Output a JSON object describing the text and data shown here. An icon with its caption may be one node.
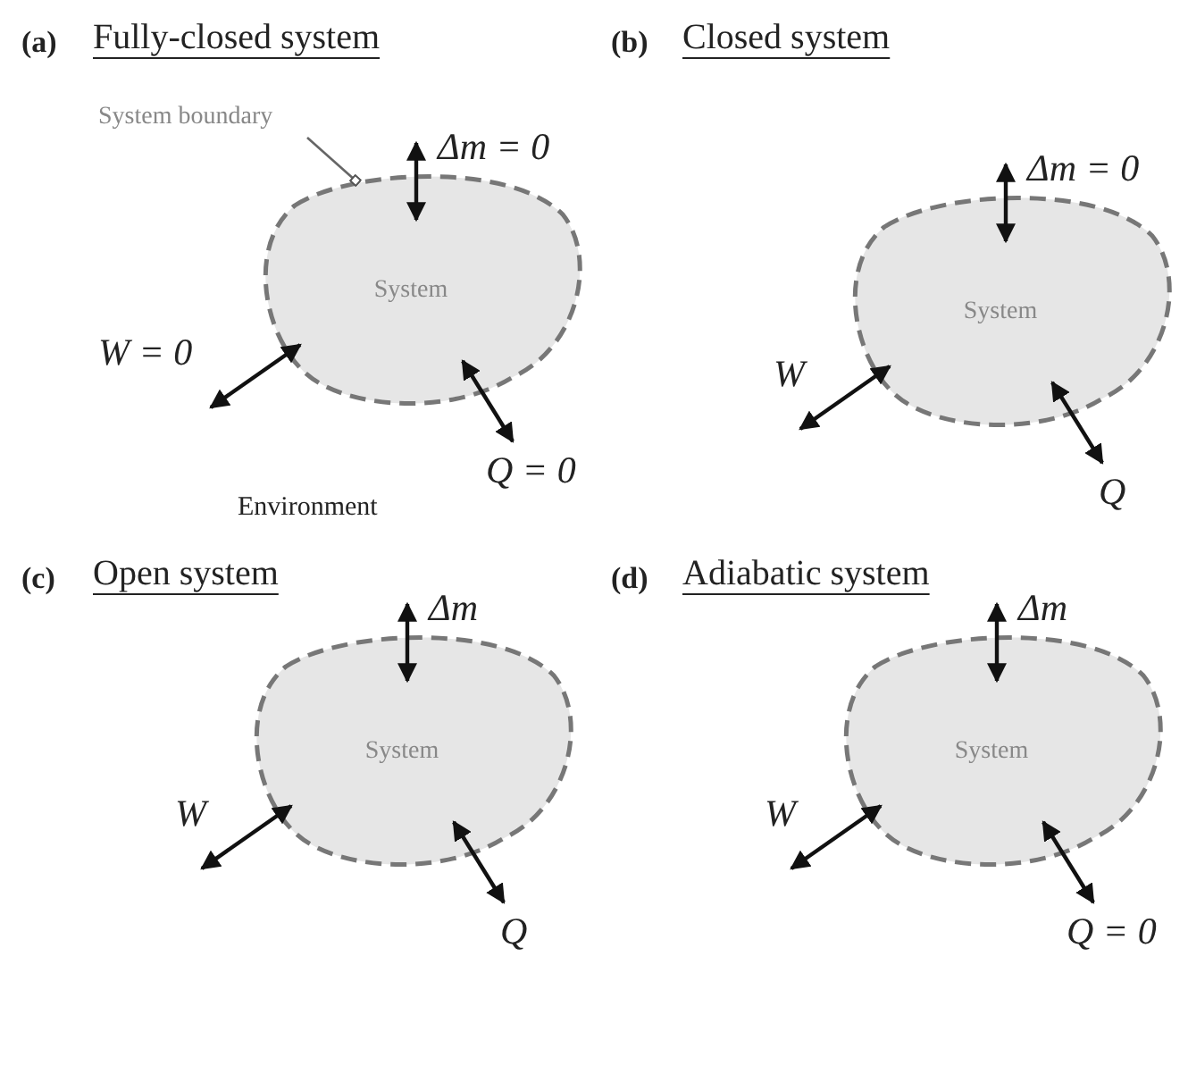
{
  "diagram": {
    "nodes": [
      {
        "text": [
          "System boundary"
        ]
      },
      {
        "text": [
          "Δm = 0"
        ]
      },
      {
        "text": [
          "System"
        ]
      },
      {
        "text": [
          "W = 0"
        ]
      },
      {
        "text": [
          "Q = 0"
        ]
      },
      {
        "text": [
          "Δm = 0"
        ]
      },
      {
        "text": [
          "System"
        ]
      },
      {
        "text": [
          "W"
        ]
      },
      {
        "text": [
          "Q"
        ]
      },
      {
        "text": [
          "Δm"
        ]
      },
      {
        "text": [
          "System"
        ]
      },
      {
        "text": [
          "W"
        ]
      },
      {
        "text": [
          "Q"
        ]
      },
      {
        "text": [
          "Δm"
        ]
      },
      {
        "text": [
          "System"
        ]
      },
      {
        "text": [
          "W"
        ]
      },
      {
        "text": [
          "Q = 0"
        ]
      }
    ],
    "edges": [
      {
        "from": 0,
        "to": 2,
        "arrow": "other"
      },
      {
        "from": 1,
        "to": 2,
        "arrow": "both"
      },
      {
        "from": 3,
        "to": 2,
        "arrow": "both"
      },
      {
        "from": 4,
        "to": 2,
        "arrow": "both"
      },
      {
        "from": 5,
        "to": 6,
        "arrow": "both"
      },
      {
        "from": 7,
        "to": 6,
        "arrow": "both"
      },
      {
        "from": 8,
        "to": 6,
        "arrow": "both"
      },
      {
        "from": 9,
        "to": 10,
        "arrow": "both"
      },
      {
        "from": 11,
        "to": 10,
        "arrow": "both"
      },
      {
        "from": 12,
        "to": 10,
        "arrow": "both"
      },
      {
        "from": 13,
        "to": 14,
        "arrow": "both"
      },
      {
        "from": 15,
        "to": 14,
        "arrow": "both"
      },
      {
        "from": 16,
        "to": 14,
        "arrow": "both"
      }
    ],
    "labels": [
      "(a)",
      "Fully-closed system",
      "(b)",
      "Closed system",
      "Environment",
      "(c)",
      "Open system",
      "(d)",
      "Adiabatic system"
    ]
  }
}
